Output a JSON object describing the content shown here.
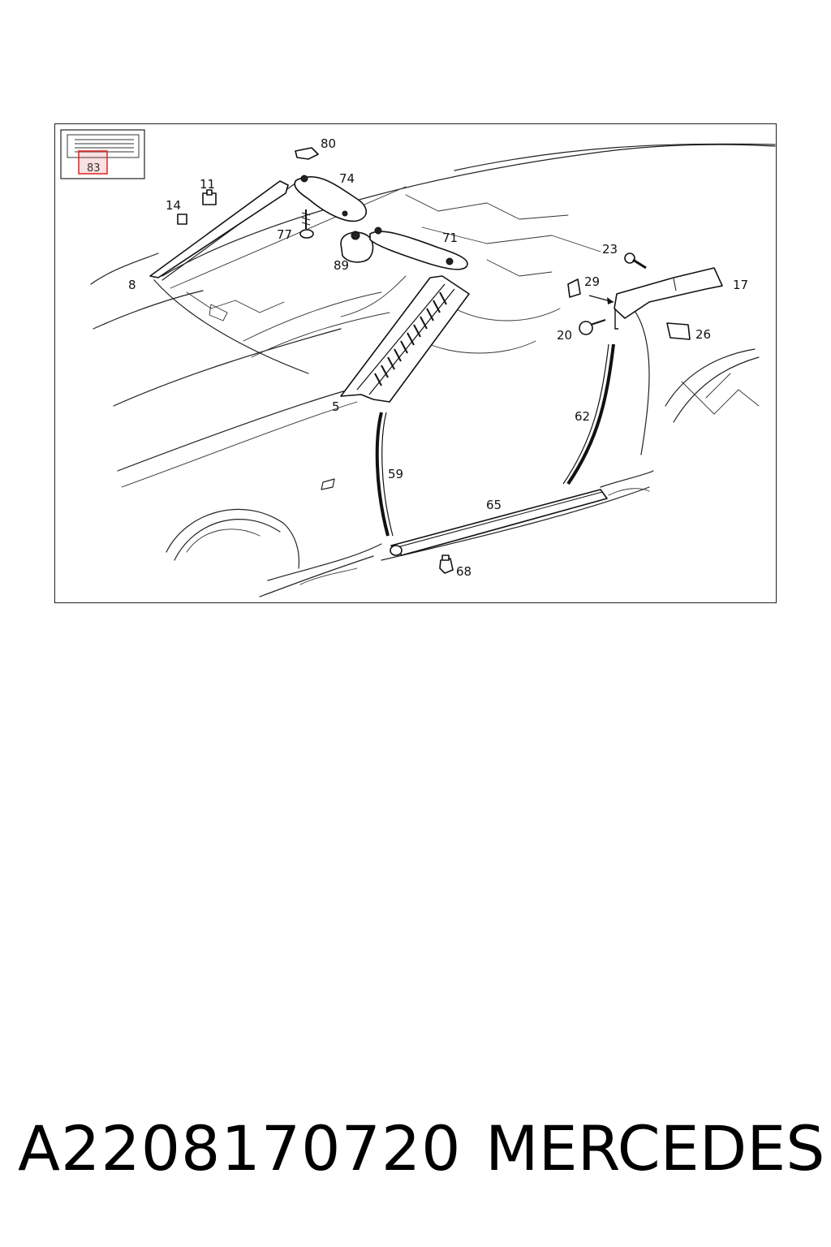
{
  "thumbnail": {
    "label": "83"
  },
  "callouts": [
    {
      "id": "80",
      "label": "80"
    },
    {
      "id": "74",
      "label": "74"
    },
    {
      "id": "11",
      "label": "11"
    },
    {
      "id": "14",
      "label": "14"
    },
    {
      "id": "77",
      "label": "77"
    },
    {
      "id": "71",
      "label": "71"
    },
    {
      "id": "89",
      "label": "89"
    },
    {
      "id": "8",
      "label": "8"
    },
    {
      "id": "23",
      "label": "23"
    },
    {
      "id": "29",
      "label": "29"
    },
    {
      "id": "17",
      "label": "17"
    },
    {
      "id": "20",
      "label": "20"
    },
    {
      "id": "26",
      "label": "26"
    },
    {
      "id": "5",
      "label": "5"
    },
    {
      "id": "62",
      "label": "62"
    },
    {
      "id": "59",
      "label": "59"
    },
    {
      "id": "65",
      "label": "65"
    },
    {
      "id": "68",
      "label": "68"
    }
  ],
  "footer": {
    "part_number": "A2208170720",
    "brand": "MERCEDES"
  },
  "colors": {
    "thumb_highlight": "#e03030",
    "line": "#222222"
  }
}
